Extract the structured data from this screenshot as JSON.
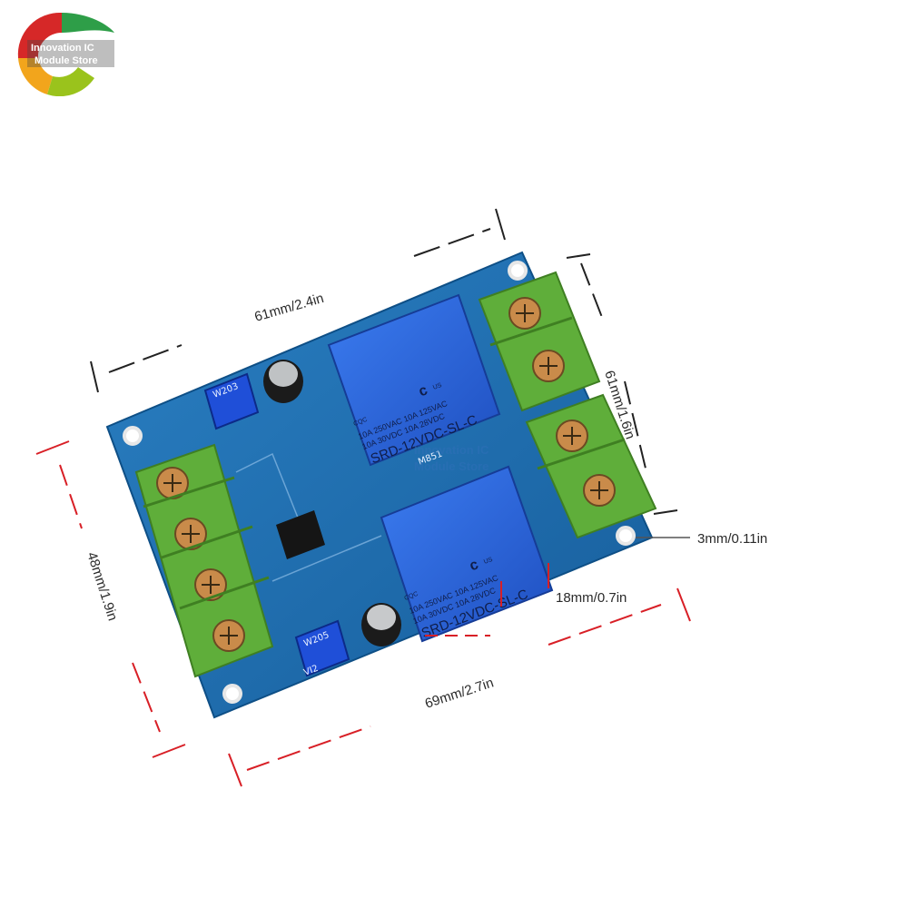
{
  "store": {
    "logo_line1": "Innovation IC",
    "logo_line2": "Module Store"
  },
  "watermark": {
    "line1": "Innovation IC",
    "line2": "Module Store"
  },
  "dimensions": {
    "top_width": "61mm/2.4in",
    "right_height": "61mm/1.6in",
    "left_height": "48mm/1.9in",
    "bottom_width": "69mm/2.7in",
    "relay_gap": "18mm/0.7in",
    "hole": "3mm/0.11in"
  },
  "relay": {
    "rating_line1": "10A 250VAC  10A 125VAC",
    "rating_line2": "10A  30VDC  10A  28VDC",
    "model": "SRD-12VDC-SL-C",
    "cert": "CQC",
    "ul": "c",
    "us": "US"
  },
  "board_labels": {
    "pot_top": "W203",
    "pot_bottom": "W205",
    "vi": "VI2",
    "ic": "M851"
  },
  "colors": {
    "pcb": "#1f6fb0",
    "terminal": "#5fae3a",
    "relay": "#2a64d8",
    "dim_line": "#d81f26"
  }
}
